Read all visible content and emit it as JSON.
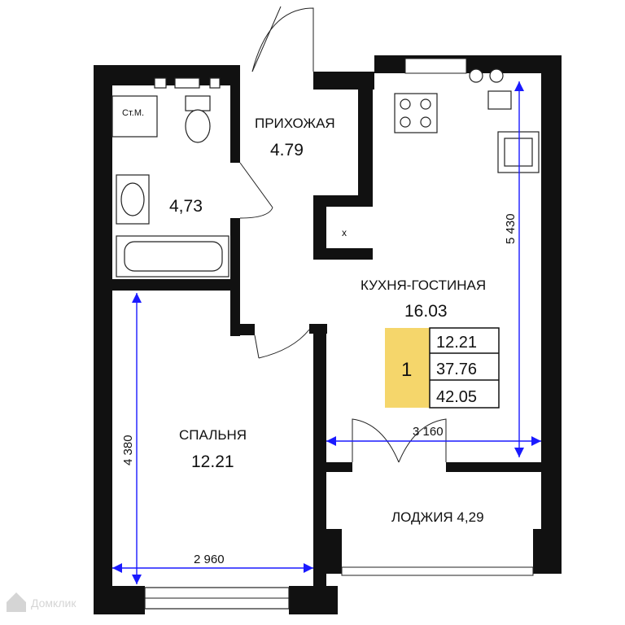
{
  "rooms": {
    "hallway": {
      "name": "ПРИХОЖАЯ",
      "area": "4.79"
    },
    "bathroom": {
      "area": "4,73",
      "washer_label": "Ст.М."
    },
    "kitchen": {
      "name": "КУХНЯ-ГОСТИНАЯ",
      "area": "16.03"
    },
    "bedroom": {
      "name": "СПАЛЬНЯ",
      "area": "12.21"
    },
    "loggia": {
      "name": "ЛОДЖИЯ 4,29"
    }
  },
  "dimensions": {
    "kitchen_height": "5 430",
    "kitchen_width": "3 160",
    "bedroom_height": "4 380",
    "bedroom_width": "2 960"
  },
  "summary": {
    "rooms_count": "1",
    "living_area": "12.21",
    "usable_area": "37.76",
    "total_area": "42.05",
    "badge_color": "#f5d66b"
  },
  "watermark": "Домклик",
  "colors": {
    "walls": "#111111",
    "dimension_lines": "#1a1aff"
  }
}
